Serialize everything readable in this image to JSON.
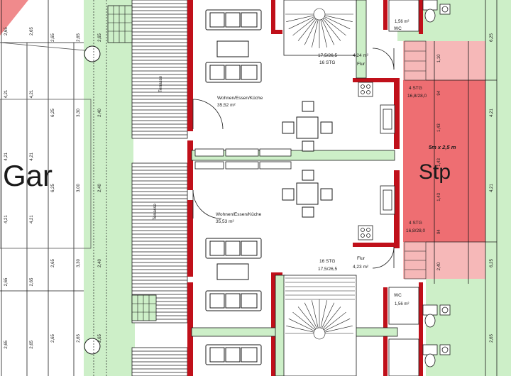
{
  "rooms": {
    "living_top": {
      "name": "Wohnen/Essen/Küche",
      "area": "35,52 m²"
    },
    "living_bottom": {
      "name": "Wohnen/Essen/Küche",
      "area": "35,53 m²"
    },
    "flur_top": {
      "name": "Flur",
      "area": "4,24 m²"
    },
    "flur_bottom": {
      "name": "Flur",
      "area": "4,23 m²"
    },
    "wc_top": {
      "name": "WC",
      "area": "1,56 m²"
    },
    "wc_bottom": {
      "name": "WC",
      "area": "1,56 m²"
    }
  },
  "stairs": {
    "top": {
      "steps": "16 STG",
      "ratio": "17,5/26,5"
    },
    "bottom": {
      "steps": "16 STG",
      "ratio": "17,5/26,5"
    }
  },
  "outdoor_steps": {
    "top": {
      "steps": "4 STG",
      "ratio": "16,8/28,0"
    },
    "bottom": {
      "steps": "4 STG",
      "ratio": "16,8/28,0"
    }
  },
  "parking": {
    "size": "5m x 2,5 m",
    "label": "Stp"
  },
  "garden_label": "Gar",
  "terrace_labels": [
    "Terrasse",
    "Terrasse"
  ],
  "dimensions": {
    "left_col1": [
      "2,65",
      "4,21",
      "4,21",
      "4,21",
      "2,65",
      "2,65"
    ],
    "left_col2": [
      "2,65",
      "4,21",
      "4,21",
      "4,21",
      "2,65",
      "2,65"
    ],
    "left_col3": [
      "2,65",
      "6,25",
      "6,25",
      "2,65",
      "2,65"
    ],
    "mid_col1": [
      "2,65",
      "3,30",
      "3,00",
      "3,30",
      "2,65"
    ],
    "mid_col2": [
      "2,65",
      "2,40",
      "2,40",
      "2,40",
      "2,65"
    ],
    "right_steps": [
      "1,10",
      "94",
      "1,43",
      "1,43",
      "1,43",
      "94",
      "2,40"
    ],
    "right_outer": [
      "6,25",
      "4,21",
      "4,21",
      "6,25",
      "2,65"
    ]
  },
  "colors": {
    "wall": "#c0101a",
    "garden": "#cdefc8",
    "parking": "#ee6e72",
    "parking_light": "#f6b8b8",
    "line": "#1a1a1a"
  }
}
